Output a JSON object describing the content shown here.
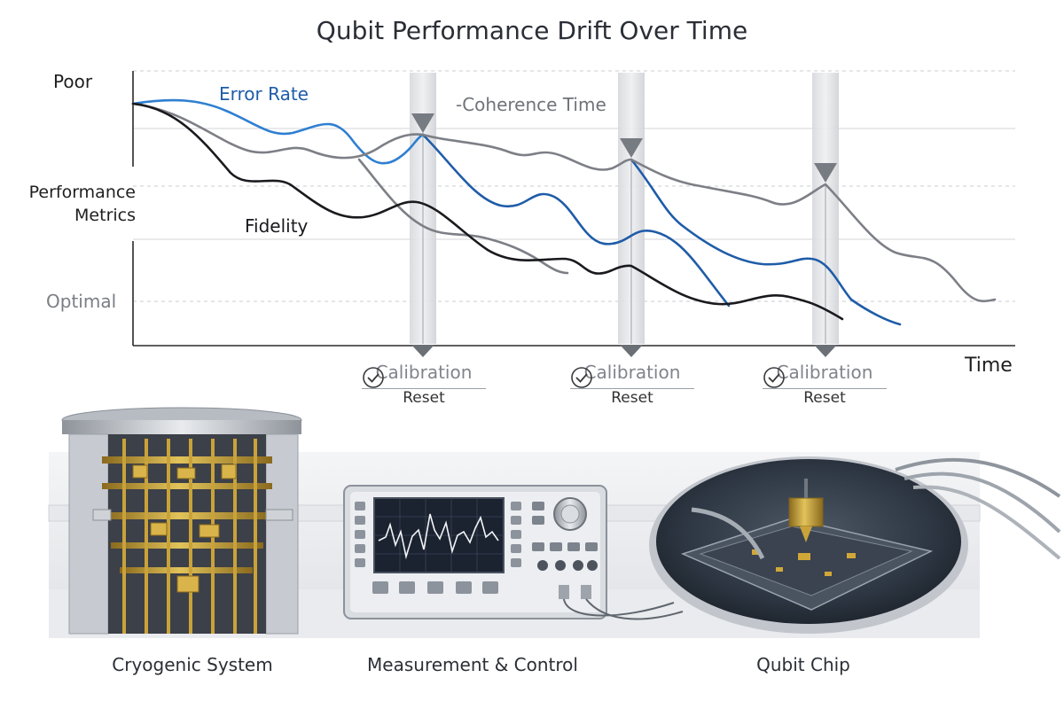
{
  "title": "Qubit Performance Drift Over Time",
  "y_axis": {
    "top_label": "Poor",
    "middle_label_1": "Performance",
    "middle_label_2": "Metrics",
    "bottom_label": "Optimal"
  },
  "x_axis": {
    "label": "Time"
  },
  "series_labels": {
    "error_rate": "Error Rate",
    "coherence_time": "-Coherence Time",
    "fidelity": "Fidelity"
  },
  "calibrations": [
    {
      "label": "Calibration",
      "action": "Reset"
    },
    {
      "label": "Calibration",
      "action": "Reset"
    },
    {
      "label": "Calibration",
      "action": "Reset"
    }
  ],
  "hardware": {
    "cryogenic": "Cryogenic System",
    "measurement": "Measurement & Control",
    "chip": "Qubit Chip"
  },
  "colors": {
    "error_rate": "#2f7fd1",
    "error_rate_dark": "#1f5ca8",
    "coherence_time": "#7d7f86",
    "fidelity": "#1a1a1e",
    "gold": "#c9a23a"
  }
}
